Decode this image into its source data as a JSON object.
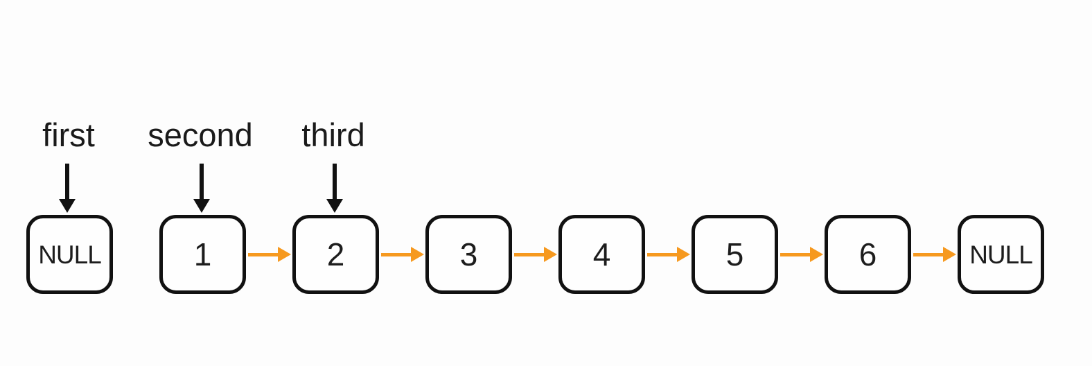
{
  "diagram": {
    "type": "linked-list",
    "pointers": [
      {
        "label": "first",
        "points_to_node": "NULL"
      },
      {
        "label": "second",
        "points_to_node": "1"
      },
      {
        "label": "third",
        "points_to_node": "2"
      }
    ],
    "nodes": [
      "NULL",
      "1",
      "2",
      "3",
      "4",
      "5",
      "6",
      "NULL"
    ],
    "links": [
      {
        "from": "1",
        "to": "2"
      },
      {
        "from": "2",
        "to": "3"
      },
      {
        "from": "3",
        "to": "4"
      },
      {
        "from": "4",
        "to": "5"
      },
      {
        "from": "5",
        "to": "6"
      },
      {
        "from": "6",
        "to": "NULL"
      }
    ],
    "colors": {
      "background": "#FDFDFD",
      "node_border": "#111111",
      "node_text": "#1d1d1d",
      "label_text": "#1a1a1a",
      "pointer_arrow": "#111111",
      "next_arrow": "#F6991F"
    }
  }
}
